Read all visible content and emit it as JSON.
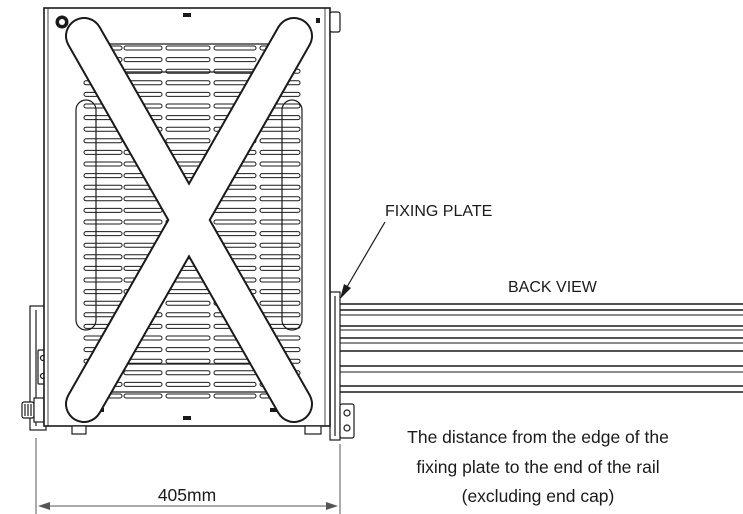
{
  "labels": {
    "fixing_plate": "FIXING PLATE",
    "back_view": "BACK VIEW",
    "note_line1": "The distance from the edge of the",
    "note_line2": "fixing plate to the end of the rail",
    "note_line3": "(excluding end cap)",
    "dimension": "405mm"
  },
  "colors": {
    "line": "#1a1a1a",
    "dim_line": "#555555",
    "background": "#ffffff"
  }
}
